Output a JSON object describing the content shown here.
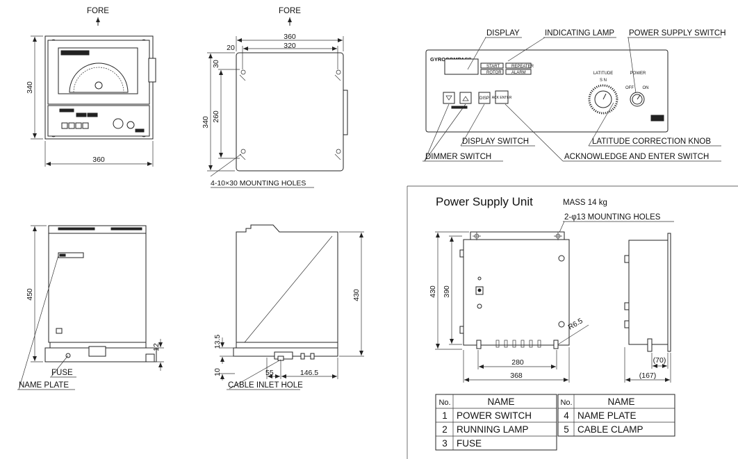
{
  "fore_label": "FORE",
  "front_view": {
    "height": "340",
    "width": "360"
  },
  "top_view": {
    "w_total": "360",
    "w_inner": "320",
    "offset": "20",
    "h_total": "340",
    "h_inner": "260",
    "top_off": "30",
    "holes": "4-10×30 MOUNTING HOLES"
  },
  "panel": {
    "brand": "GYROCOMPASS",
    "lamp_start": "START",
    "lamp_repeater": "REPEATER",
    "lamp_rotor": "ROTOR",
    "lamp_alarm": "ALARM",
    "latitude": "LATITUDE",
    "s_n": "S     N",
    "power": "POWER",
    "off": "OFF",
    "on": "ON",
    "btn_disp": "DISP",
    "btn_ack": "ACK ENTER",
    "callouts": {
      "display": "DISPLAY",
      "indicating_lamp": "INDICATING LAMP",
      "power_supply_switch": "POWER SUPPLY SWITCH",
      "latitude_knob": "LATITUDE CORRECTION KNOB",
      "display_switch": "DISPLAY SWITCH",
      "dimmer_switch": "DIMMER SWITCH",
      "ack_enter_switch": "ACKNOWLEDGE AND ENTER SWITCH"
    }
  },
  "side_view": {
    "height": "450",
    "dim_12": "12",
    "fuse": "FUSE",
    "name_plate": "NAME PLATE"
  },
  "side_view2": {
    "height": "430",
    "dim_13_5": "13.5",
    "dim_10": "10",
    "dim_55": "55",
    "dim_146_5": "146.5",
    "cable": "CABLE INLET HOLE"
  },
  "psu": {
    "title": "Power Supply Unit",
    "mass": "MASS 14 kg",
    "holes": "2-φ13 MOUNTING HOLES",
    "radius": "R6.5",
    "h430": "430",
    "h390": "390",
    "w280": "280",
    "w368": "368",
    "d70": "(70)",
    "d167": "(167)"
  },
  "parts_table": {
    "headers": [
      "No.",
      "NAME"
    ],
    "left": [
      {
        "no": "1",
        "name": "POWER SWITCH"
      },
      {
        "no": "2",
        "name": "RUNNING LAMP"
      },
      {
        "no": "3",
        "name": "FUSE"
      }
    ],
    "right": [
      {
        "no": "4",
        "name": "NAME PLATE"
      },
      {
        "no": "5",
        "name": "CABLE CLAMP"
      }
    ]
  }
}
